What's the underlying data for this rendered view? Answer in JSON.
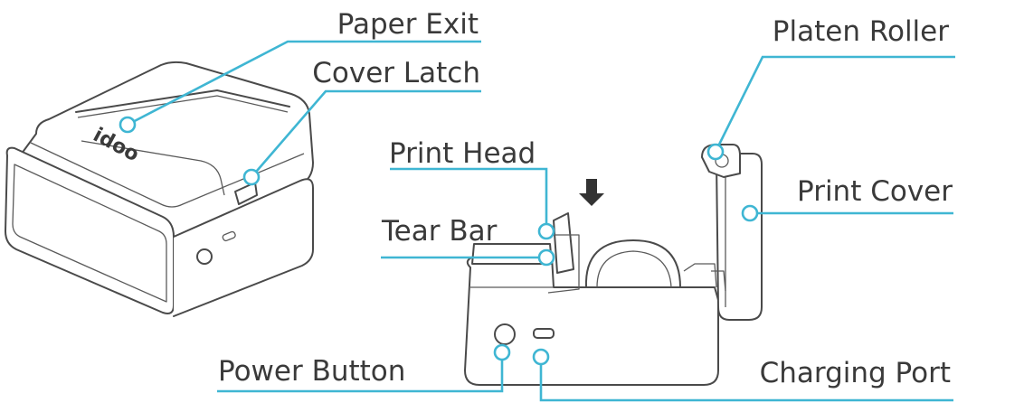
{
  "labels": {
    "paper_exit": "Paper Exit",
    "cover_latch": "Cover Latch",
    "platen_roller": "Platen Roller",
    "print_head": "Print Head",
    "print_cover": "Print Cover",
    "tear_bar": "Tear Bar",
    "power_button": "Power Button",
    "charging_port": "Charging Port"
  },
  "brand_logo": "idoo",
  "colors": {
    "leader": "#3fb6d3",
    "text": "#3a3a3a",
    "outline": "#4a4a4a"
  },
  "icons": {
    "insert_arrow": "down-arrow-icon"
  }
}
